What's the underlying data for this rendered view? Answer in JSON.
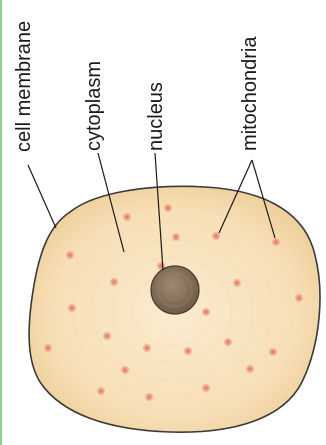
{
  "diagram": {
    "subject": "animal cell",
    "labels": {
      "cell_membrane": "cell membrane",
      "cytoplasm": "cytoplasm",
      "nucleus": "nucleus",
      "mitochondria": "mitochondria"
    },
    "colors": {
      "cytoplasm_center": "#fae8c8",
      "cytoplasm_edge": "#f0d3a0",
      "membrane_stroke": "#3a3a3a",
      "nucleus_fill": "#8a7560",
      "nucleus_stroke": "#4a3a2c",
      "mitochondria_fill": "#e88a70",
      "left_border_accent": "#8fd08a"
    },
    "mitochondria_count": 23
  }
}
